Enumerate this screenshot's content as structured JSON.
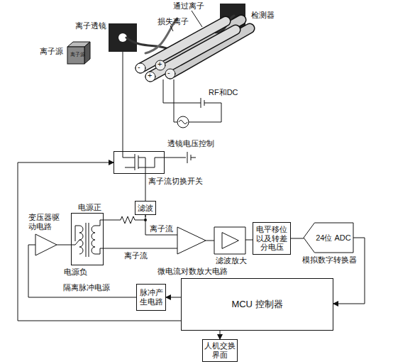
{
  "diagram": {
    "nodes": [
      {
        "text": [
          "离子流切换开关"
        ]
      },
      {
        "text": [
          "滤波"
        ]
      },
      {
        "text": [
          "隔离脉冲电源"
        ]
      },
      {
        "text": [
          "变压器驱动电路"
        ]
      },
      {
        "text": [
          "微电流对数放大电路"
        ]
      },
      {
        "text": [
          "滤波放大"
        ]
      },
      {
        "text": [
          "电平移位以及转差分电压"
        ]
      },
      {
        "text": [
          "24位 ADC",
          "模拟数字转换器"
        ]
      },
      {
        "text": [
          "MCU 控制器"
        ]
      },
      {
        "text": [
          "脉冲产生电路"
        ]
      },
      {
        "text": [
          "人机交换界面"
        ]
      }
    ],
    "edges": [
      {
        "from": 0,
        "to": 1,
        "arrow": "none"
      },
      {
        "from": 1,
        "to": 4,
        "label": "离子流",
        "arrow": "none"
      },
      {
        "from": 2,
        "to": 4,
        "label": "离子流",
        "arrow": "none"
      },
      {
        "from": 3,
        "to": 2,
        "arrow": "none"
      },
      {
        "from": 4,
        "to": 5,
        "arrow": "none"
      },
      {
        "from": 5,
        "to": 6,
        "arrow": "none"
      },
      {
        "from": 6,
        "to": 7,
        "arrow": "none"
      },
      {
        "from": 7,
        "to": 8,
        "arrow": "to"
      },
      {
        "from": 8,
        "to": 9,
        "arrow": "to"
      },
      {
        "from": 9,
        "to": 3,
        "arrow": "none"
      },
      {
        "from": 8,
        "to": 0,
        "arrow": "to"
      },
      {
        "from": 8,
        "to": 10,
        "arrow": "to"
      }
    ],
    "labels": [
      "离子源",
      "离子源",
      "离子透镜",
      "通过离子",
      "损失离子",
      "检测器",
      "RF和DC",
      "透镜电压控制",
      "电源正",
      "电源负",
      "-",
      "+",
      "+",
      "-"
    ]
  }
}
